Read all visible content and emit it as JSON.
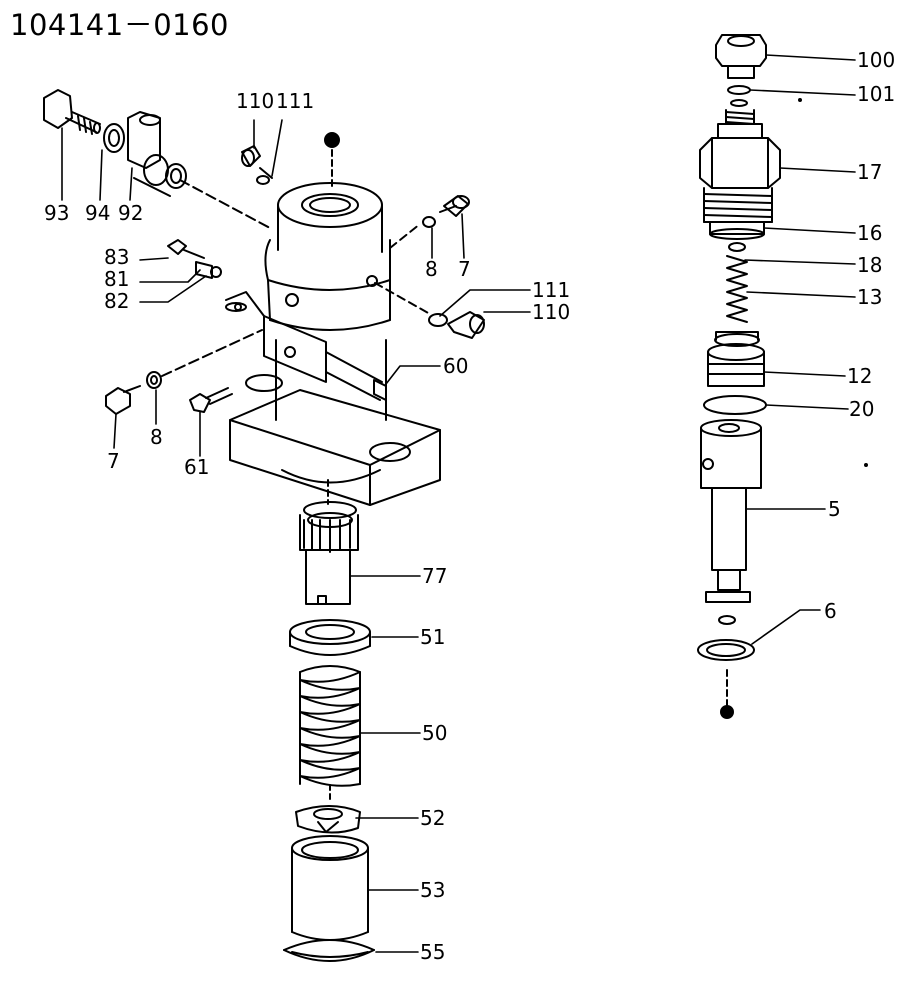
{
  "diagram": {
    "title": "104141－0160",
    "part_labels": [
      {
        "id": "100",
        "text": "100"
      },
      {
        "id": "101",
        "text": "101"
      },
      {
        "id": "17",
        "text": "17"
      },
      {
        "id": "16",
        "text": "16"
      },
      {
        "id": "18",
        "text": "18"
      },
      {
        "id": "13",
        "text": "13"
      },
      {
        "id": "12",
        "text": "12"
      },
      {
        "id": "20",
        "text": "20"
      },
      {
        "id": "5",
        "text": "5"
      },
      {
        "id": "6",
        "text": "6"
      },
      {
        "id": "93",
        "text": "93"
      },
      {
        "id": "94",
        "text": "94"
      },
      {
        "id": "92",
        "text": "92"
      },
      {
        "id": "110a",
        "text": "110"
      },
      {
        "id": "111a",
        "text": "111"
      },
      {
        "id": "83",
        "text": "83"
      },
      {
        "id": "81",
        "text": "81"
      },
      {
        "id": "82",
        "text": "82"
      },
      {
        "id": "8a",
        "text": "8"
      },
      {
        "id": "7a",
        "text": "7"
      },
      {
        "id": "111b",
        "text": "111"
      },
      {
        "id": "110b",
        "text": "110"
      },
      {
        "id": "60",
        "text": "60"
      },
      {
        "id": "7b",
        "text": "7"
      },
      {
        "id": "8b",
        "text": "8"
      },
      {
        "id": "61",
        "text": "61"
      },
      {
        "id": "77",
        "text": "77"
      },
      {
        "id": "51",
        "text": "51"
      },
      {
        "id": "50",
        "text": "50"
      },
      {
        "id": "52",
        "text": "52"
      },
      {
        "id": "53",
        "text": "53"
      },
      {
        "id": "55",
        "text": "55"
      }
    ]
  }
}
